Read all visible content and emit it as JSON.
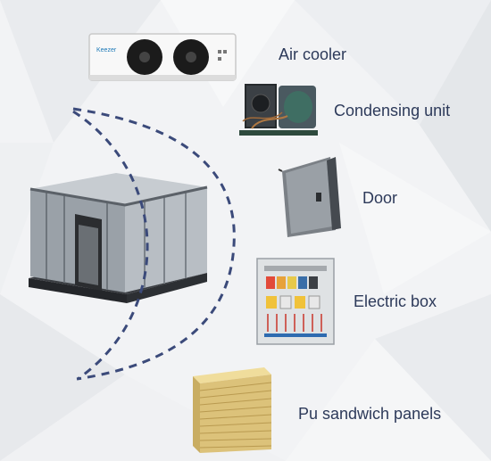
{
  "components": [
    {
      "id": "air-cooler",
      "label": "Air cooler",
      "icon": "air-cooler-icon"
    },
    {
      "id": "condensing-unit",
      "label": "Condensing unit",
      "icon": "condensing-unit-icon"
    },
    {
      "id": "door",
      "label": "Door",
      "icon": "door-icon"
    },
    {
      "id": "electric-box",
      "label": "Electric box",
      "icon": "electric-box-icon"
    },
    {
      "id": "pu-panels",
      "label": "Pu sandwich panels",
      "icon": "panel-stack-icon"
    }
  ],
  "air_cooler_brand": "Keezer",
  "colors": {
    "label": "#2d3a5a",
    "dashed_arc": "#3b4a7a",
    "panel_yellow": "#e6cf86",
    "metal": "#8a9096"
  }
}
